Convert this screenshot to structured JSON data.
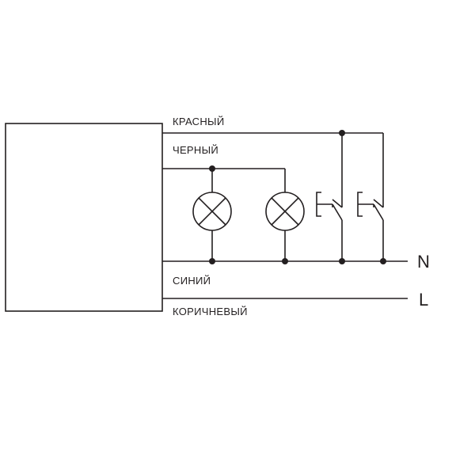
{
  "colors": {
    "line": "#231f20",
    "background": "#ffffff"
  },
  "wires": {
    "red": "КРАСНЫЙ",
    "black": "ЧЕРНЫЙ",
    "blue": "СИНИЙ",
    "brown": "КОРИЧНЕВЫЙ"
  },
  "terminals": {
    "neutral": "N",
    "live": "L"
  },
  "components": {
    "device": "device-box",
    "lamps": [
      "lamp-icon",
      "lamp-icon"
    ],
    "switches": [
      "push-button-icon",
      "push-button-icon"
    ]
  }
}
